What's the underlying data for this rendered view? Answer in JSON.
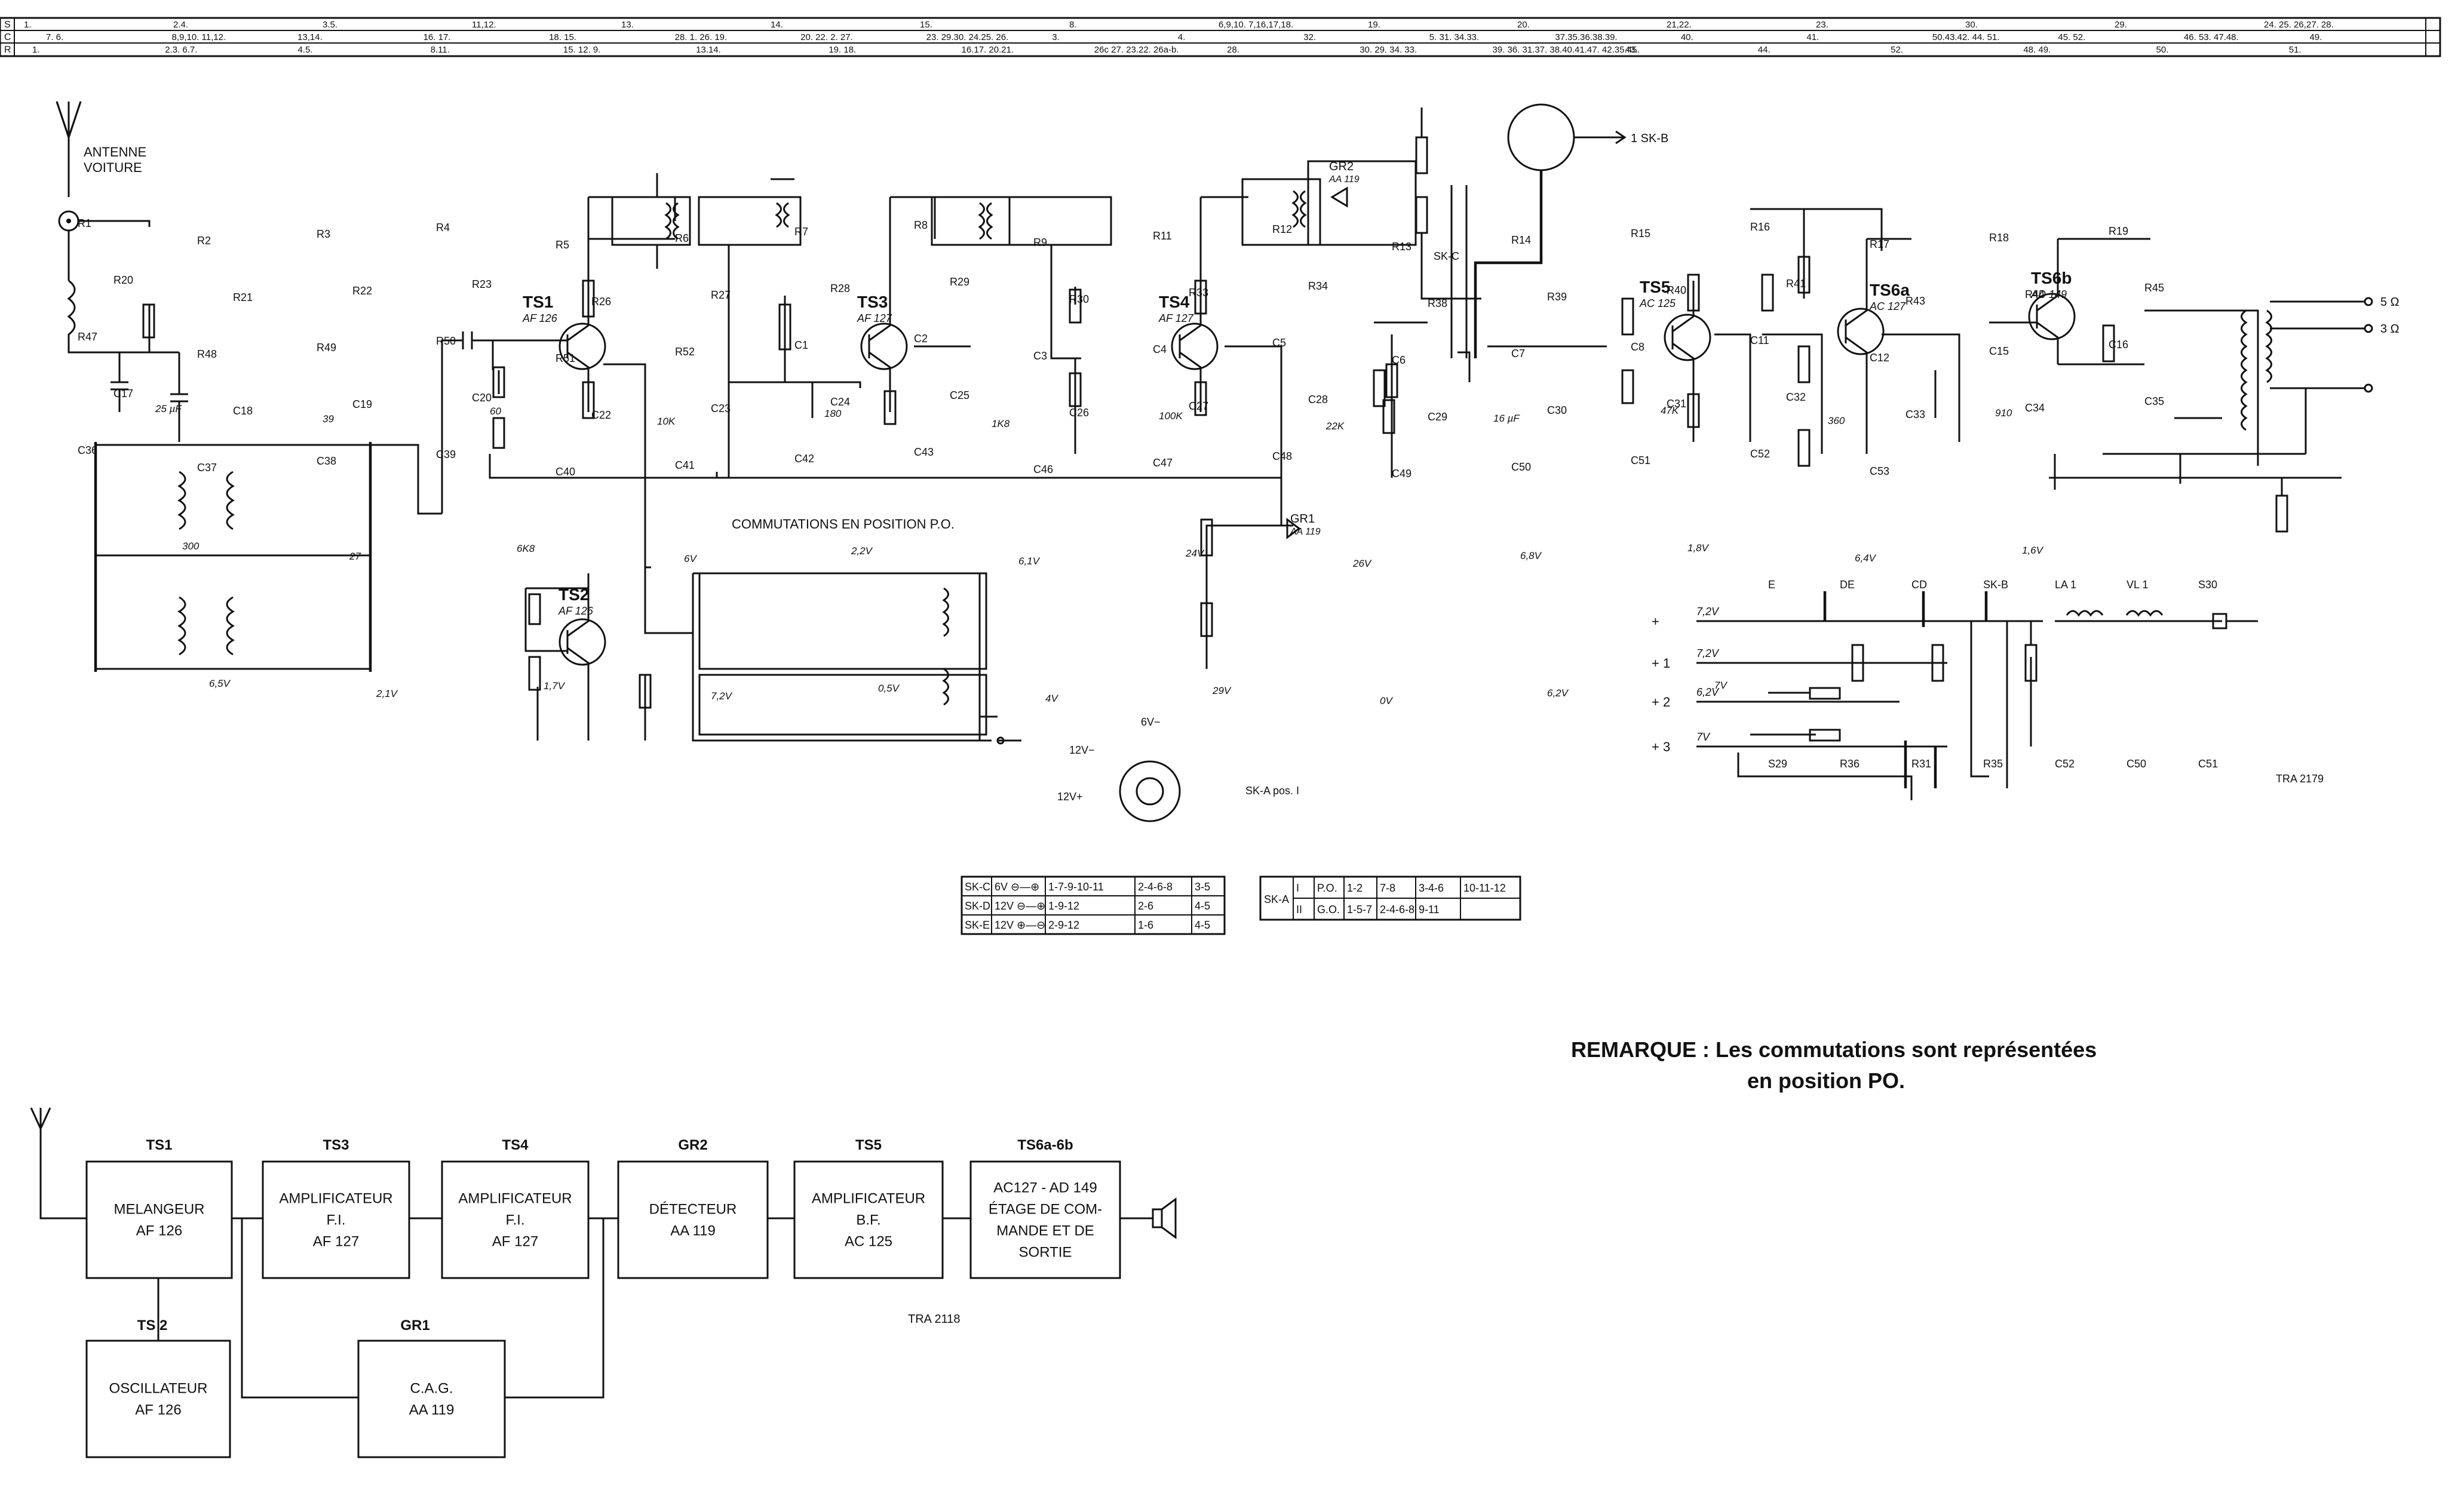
{
  "ref_table": {
    "row_labels": [
      "S",
      "C",
      "R"
    ],
    "rows": [
      [
        "1.",
        "2.4.",
        "3.5.",
        "11,12.",
        "13.",
        "14.",
        "15.",
        "8.",
        "6,9,10. 7,16,17,18.",
        "19.",
        "20.",
        "21,22.",
        "23.",
        "30.",
        "29.",
        "24. 25. 26,27. 28."
      ],
      [
        "7. 6.",
        "8,9,10. 11,12.",
        "13,14.",
        "16. 17.",
        "18. 15.",
        "28. 1. 26. 19.",
        "20. 22. 2. 27.",
        "23. 29.30. 24.25. 26.",
        "3.",
        "4.",
        "32.",
        "5. 31. 34.33.",
        "37.35.36.38.39.",
        "40.",
        "41.",
        "50.43.42. 44. 51.",
        "45. 52.",
        "46. 53. 47.48.",
        "49."
      ],
      [
        "1.",
        "2.3. 6.7.",
        "4.5.",
        "8.11.",
        "15. 12. 9.",
        "13.14.",
        "19. 18.",
        "16.17. 20.21.",
        "26c 27. 23.22. 26a-b.",
        "28.",
        "30. 29. 34. 33.",
        "39. 36. 31.37. 38.40.41.47. 42.35.45.",
        "43.",
        "44.",
        "52.",
        "48. 49.",
        "50.",
        "51."
      ]
    ]
  },
  "schematic": {
    "antenna_label": "ANTENNE VOITURE",
    "transistors": [
      {
        "ref": "TS1",
        "type": "AF 126"
      },
      {
        "ref": "TS2",
        "type": "AF 126"
      },
      {
        "ref": "TS3",
        "type": "AF 127"
      },
      {
        "ref": "TS4",
        "type": "AF 127"
      },
      {
        "ref": "TS5",
        "type": "AC 125"
      },
      {
        "ref": "TS6a",
        "type": "AC 127"
      },
      {
        "ref": "TS6b",
        "type": "AD 149"
      }
    ],
    "diodes": [
      {
        "ref": "GR1",
        "type": "AA 119"
      },
      {
        "ref": "GR2",
        "type": "AA 119"
      }
    ],
    "component_labels": [
      "R1",
      "R2",
      "R3",
      "R4",
      "R5",
      "R6",
      "R7",
      "R8",
      "R9",
      "R11",
      "R12",
      "R13",
      "R14",
      "R15",
      "R16",
      "R17",
      "R18",
      "R19",
      "R20",
      "R21",
      "R22",
      "R23",
      "R26",
      "R27",
      "R28",
      "R29",
      "R30",
      "R33",
      "R34",
      "R38",
      "R39",
      "R40",
      "R41",
      "R43",
      "R44",
      "R45",
      "R47",
      "R48",
      "R49",
      "R50",
      "R51",
      "R52",
      "C1",
      "C2",
      "C3",
      "C4",
      "C5",
      "C6",
      "C7",
      "C8",
      "C11",
      "C12",
      "C15",
      "C16",
      "C17",
      "C18",
      "C19",
      "C20",
      "C22",
      "C23",
      "C24",
      "C25",
      "C26",
      "C27",
      "C28",
      "C29",
      "C30",
      "C31",
      "C32",
      "C33",
      "C34",
      "C35",
      "C36",
      "C37",
      "C38",
      "C39",
      "C40",
      "C41",
      "C42",
      "C43",
      "C46",
      "C47",
      "C48",
      "C49",
      "C50",
      "C51",
      "C52",
      "C53"
    ],
    "values": [
      "25 µF",
      "39",
      "60",
      "10K",
      "180",
      "1K8",
      "100K",
      "22K",
      "16 µF",
      "47K",
      "360",
      "910",
      "300",
      "27",
      "6K8",
      "6V",
      "2,2V",
      "6,1V",
      "24V",
      "26V",
      "6,8V",
      "1,8V",
      "6,4V",
      "1,6V",
      "6,5V",
      "2,1V",
      "1,7V",
      "7,2V",
      "0,5V",
      "4V",
      "29V",
      "0V",
      "6,2V",
      "7V"
    ],
    "annotation_center": "COMMUTATIONS EN POSITION P.O.",
    "drawing_code_1": "TRA 2179",
    "plug_label": "1 SK-B",
    "skc_label": "SK-C",
    "ska_label": "SK-A pos. I",
    "outputs": [
      "5 Ω",
      "3 Ω"
    ],
    "supply_labels": [
      "+",
      "+ 1",
      "+ 2",
      "+ 3"
    ],
    "supply_voltages": [
      "7,2V",
      "7,2V",
      "6,2V",
      "7V"
    ],
    "switch_labels": [
      "E",
      "DE",
      "CD",
      "SK-B",
      "LA 1",
      "VL 1",
      "S30",
      "S29",
      "R36",
      "R31",
      "R35",
      "C52",
      "C50",
      "C51"
    ],
    "pin_labels": [
      "6V−",
      "12V−",
      "12V+"
    ]
  },
  "table_sk": {
    "rows": [
      [
        "SK-C",
        "6V ⊖—⊕",
        "1-7-9-10-11",
        "2-4-6-8",
        "3-5"
      ],
      [
        "SK-D",
        "12V ⊖—⊕",
        "1-9-12",
        "2-6",
        "4-5"
      ],
      [
        "SK-E",
        "12V ⊕—⊖",
        "2-9-12",
        "1-6",
        "4-5"
      ]
    ]
  },
  "table_ska": {
    "label": "SK-A",
    "rows": [
      [
        "I",
        "P.O.",
        "1-2",
        "7-8",
        "3-4-6",
        "10-11-12"
      ],
      [
        "II",
        "G.O.",
        "1-5-7",
        "2-4-6-8",
        "9-11",
        ""
      ]
    ]
  },
  "remark": {
    "line1": "REMARQUE : Les commutations sont représentées",
    "line2": "en position PO."
  },
  "block_diagram": {
    "blocks": [
      {
        "header": "TS1",
        "lines": [
          "MELANGEUR",
          "AF 126"
        ]
      },
      {
        "header": "TS3",
        "lines": [
          "AMPLIFICATEUR",
          "F.I.",
          "AF 127"
        ]
      },
      {
        "header": "TS4",
        "lines": [
          "AMPLIFICATEUR",
          "F.I.",
          "AF 127"
        ]
      },
      {
        "header": "GR2",
        "lines": [
          "DÉTECTEUR",
          "AA 119"
        ]
      },
      {
        "header": "TS5",
        "lines": [
          "AMPLIFICATEUR",
          "B.F.",
          "AC 125"
        ]
      },
      {
        "header": "TS6a-6b",
        "lines": [
          "AC127 - AD 149",
          "ÉTAGE DE COM-",
          "MANDE ET DE",
          "SORTIE"
        ]
      },
      {
        "header": "TS 2",
        "lines": [
          "OSCILLATEUR",
          "AF 126"
        ]
      },
      {
        "header": "GR1",
        "lines": [
          "C.A.G.",
          "AA 119"
        ]
      }
    ],
    "drawing_code": "TRA 2118"
  }
}
